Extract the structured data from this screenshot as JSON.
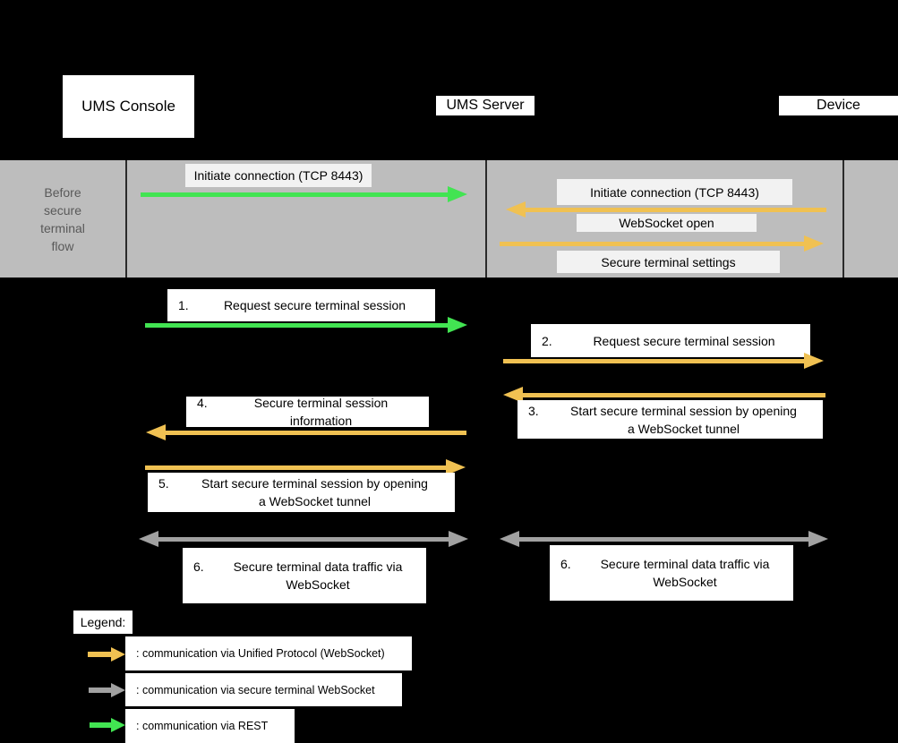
{
  "actors": {
    "console": "UMS Console",
    "server": "UMS Server",
    "device": "Device"
  },
  "band": {
    "label": "Before\nsecure\nterminal\nflow",
    "messages": {
      "initiate_console_server": "Initiate connection (TCP 8443)",
      "initiate_device_server": "Initiate connection (TCP 8443)",
      "websocket_open": "WebSocket open",
      "secure_terminal_settings": "Secure terminal settings"
    }
  },
  "steps": {
    "s1": {
      "num": "1.",
      "text": "Request secure terminal session"
    },
    "s2": {
      "num": "2.",
      "text": "Request secure terminal session"
    },
    "s3": {
      "num": "3.",
      "text": "Start secure terminal session by opening\na WebSocket tunnel"
    },
    "s4": {
      "num": "4.",
      "text": "Secure terminal session\ninformation"
    },
    "s5": {
      "num": "5.",
      "text": "Start secure terminal session by opening\na WebSocket tunnel"
    },
    "s6_left": {
      "num": "6.",
      "text": "Secure terminal data traffic via\nWebSocket"
    },
    "s6_right": {
      "num": "6.",
      "text": "Secure terminal data traffic via\nWebSocket"
    }
  },
  "legend": {
    "title": "Legend:",
    "items": [
      {
        "icon": "orange-arrow-icon",
        "label": ": communication via Unified Protocol (WebSocket)"
      },
      {
        "icon": "gray-arrow-icon",
        "label": ": communication via secure terminal WebSocket"
      },
      {
        "icon": "green-arrow-icon",
        "label": ": communication via REST"
      }
    ]
  },
  "colors": {
    "unified_protocol_arrow": "#F0C152",
    "secure_terminal_arrow": "#A1A1A1",
    "rest_arrow": "#42E452",
    "band_background": "#BDBDBD",
    "background": "#000000"
  }
}
